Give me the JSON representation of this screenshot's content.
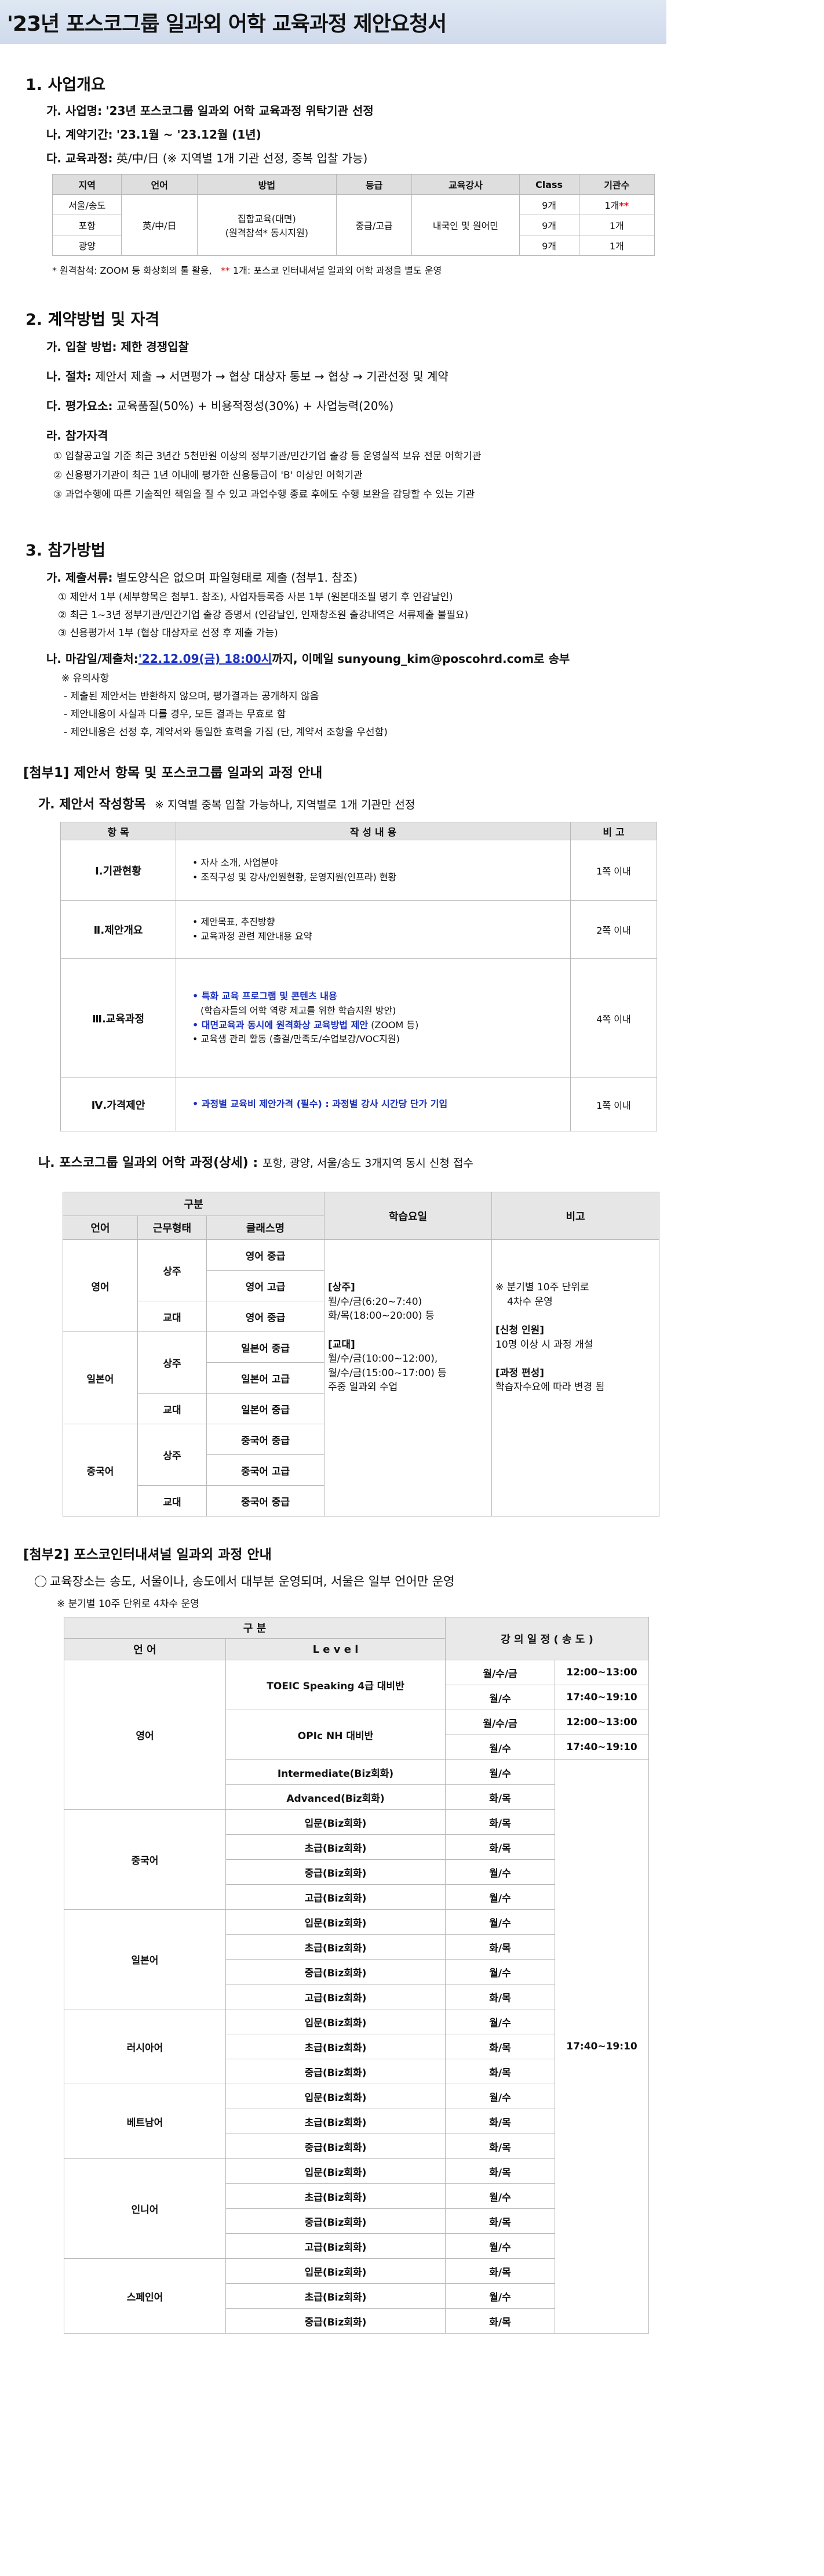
{
  "title": "'23년 포스코그룹 일과외 어학 교육과정 제안요청서",
  "s1": {
    "heading": "1. 사업개요",
    "a_label": "가. 사업명:",
    "a_text": "'23년 포스코그룹 일과외 어학 교육과정 위탁기관 선정",
    "b_label": "나. 계약기간:",
    "b_text": "'23.1월 ~ '23.12월 (1년)",
    "c_label": "다. 교육과정:",
    "c_text": "英/中/日 (※ 지역별 1개 기관 선정, 중복 입찰 가능)",
    "table": {
      "headers": [
        "지역",
        "언어",
        "방법",
        "등급",
        "교육강사",
        "Class",
        "기관수"
      ],
      "regions": [
        "서울/송도",
        "포항",
        "광양"
      ],
      "lang": "英/中/日",
      "method": "집합교육(대면)",
      "method2": "(원격참석* 동시지원)",
      "grade": "중급/고급",
      "teacher": "내국인 및 원어민",
      "classes": [
        "9개",
        "9개",
        "9개"
      ],
      "orgs": [
        "1개",
        "1개",
        "1개"
      ],
      "star": "**"
    },
    "note1": "* 원격참석: ZOOM 등 화상회의 툴 활용,",
    "note_star": "**",
    "note2": "1개: 포스코 인터내셔널 일과외 어학 과정을 별도 운영"
  },
  "s2": {
    "heading": "2. 계약방법 및 자격",
    "a": "가. 입찰 방법: 제한 경쟁입찰",
    "b_label": "나. 절차:",
    "b_text": "제안서 제출 → 서면평가 → 협상 대상자 통보 → 협상 → 기관선정 및 계약",
    "c_label": "다. 평가요소:",
    "c_text": "교육품질(50%) + 비용적정성(30%) + 사업능력(20%)",
    "d": "라. 참가자격",
    "d_items": [
      "① 입찰공고일 기준 최근 3년간 5천만원 이상의 정부기관/민간기업 출강 등 운영실적 보유 전문 어학기관",
      "② 신용평가기관이 최근 1년 이내에 평가한 신용등급이 'B' 이상인 어학기관",
      "③ 과업수행에 따른 기술적인 책임을 질 수 있고 과업수행 종료 후에도 수행 보완을 감당할 수 있는 기관"
    ]
  },
  "s3": {
    "heading": "3. 참가방법",
    "a_label": "가. 제출서류:",
    "a_text": "별도양식은 없으며 파일형태로 제출 (첨부1. 참조)",
    "a_items": [
      "① 제안서 1부 (세부항목은 첨부1. 참조), 사업자등록증 사본 1부 (원본대조필 명기 후 인감날인)",
      "② 최근 1~3년 정부기관/민간기업 출강 증명서 (인감날인, 인재창조원 출강내역은 서류제출 불필요)",
      "③ 신용평가서 1부 (협상 대상자로 선정 후 제출 가능)"
    ],
    "b_label": "나. 마감일/제출처:",
    "b_date": "'22.12.09(금) 18:00시",
    "b_mid": "까지, 이메일",
    "b_email": "sunyoung_kim@poscohrd.com",
    "b_end": "로 송부",
    "notes_title": "※ 유의사항",
    "notes": [
      "- 제출된 제안서는 반환하지 않으며, 평가결과는 공개하지 않음",
      "- 제안내용이 사실과 다를 경우, 모든 결과는 무효로 함",
      "- 제안내용은 선정 후, 계약서와 동일한 효력을 가짐 (단, 계약서 조항을 우선함)"
    ]
  },
  "att1": {
    "heading": "[첨부1] 제안서 항목 및 포스코그룹 일과외 과정 안내",
    "sub": "가. 제안서 작성항목",
    "sub_note": "※ 지역별 중복 입찰 가능하나, 지역별로 1개 기관만 선정",
    "headers": [
      "항 목",
      "작 성 내 용",
      "비 고"
    ],
    "rows": [
      {
        "sec": "Ⅰ.기관현황",
        "lines": [
          "• 자사 소개, 사업분야",
          "• 조직구성 및 강사/인원현황, 운영지원(인프라) 현황"
        ],
        "note": "1쪽 이내"
      },
      {
        "sec": "Ⅱ.제안개요",
        "lines": [
          "• 제안목표, 추진방향",
          "• 교육과정 관련 제안내용 요약"
        ],
        "note": "2쪽 이내"
      },
      {
        "sec": "Ⅲ.교육과정",
        "l1": "• 특화 교육 프로그램 및 콘텐츠 내용",
        "l2": "(학습자들의 어학 역량 제고를 위한 학습지원 방안)",
        "l3a": "• 대면교육과 동시에 원격화상 교육방법 제안",
        "l3b": " (ZOOM 등)",
        "l4": "• 교육생 관리 활동 (출결/만족도/수업보강/VOC지원)",
        "note": "4쪽 이내"
      },
      {
        "sec": "Ⅳ.가격제안",
        "l1": "• 과정별 교육비 제안가격 (필수) : 과정별 강사 시간당 단가 기입",
        "note": "1쪽 이내"
      }
    ],
    "sub2": "나. 포스코그룹 일과외 어학 과정(상세) :",
    "sub2_note": "포항, 광양, 서울/송도 3개지역 동시 신청 접수",
    "t3": {
      "h_group": "구분",
      "h_schedule": "학습요일",
      "h_note": "비고",
      "h_lang": "언어",
      "h_type": "근무형태",
      "h_class": "클래스명",
      "langs": [
        "영어",
        "일본어",
        "중국어"
      ],
      "sangju": "상주",
      "gyodae": "교대",
      "classes": [
        "영어 중급",
        "영어 고급",
        "영어 중급",
        "일본어 중급",
        "일본어 고급",
        "일본어 중급",
        "중국어 중급",
        "중국어 고급",
        "중국어 중급"
      ],
      "sched_1": "[상주]",
      "sched_2": "월/수/금(6:20~7:40)",
      "sched_3": "화/목(18:00~20:00) 등",
      "sched_4": "[교대]",
      "sched_5": "월/수/금(10:00~12:00),",
      "sched_6": "월/수/금(15:00~17:00) 등",
      "sched_7": "주중 일과외 수업",
      "note_1": "※ 분기별 10주 단위로",
      "note_2": "4차수 운영",
      "note_3": "[신청 인원]",
      "note_4": "10명 이상 시 과정 개설",
      "note_5": "[과정 편성]",
      "note_6": "학습자수요에 따라 변경 됨"
    }
  },
  "att2": {
    "heading": "[첨부2] 포스코인터내셔널 일과외 과정 안내",
    "line1": "교육장소는 송도, 서울이나, 송도에서 대부분 운영되며, 서울은 일부 언어만 운영",
    "line2": "※ 분기별 10주 단위로  4차수 운영",
    "h_group": "구 분",
    "h_schedule": "강 의 일 정 ( 송 도 )",
    "h_lang": "언 어",
    "h_level": "L e v e l",
    "time_common": "17:40~19:10",
    "english": {
      "name": "영어",
      "toeic": "TOEIC Speaking 4급 대비반",
      "opic": "OPIc NH 대비반",
      "d1": "월/수/금",
      "d2": "월/수",
      "t1": "12:00~13:00",
      "t2": "17:40~19:10",
      "inter": "Intermediate(Biz회화)",
      "inter_d": "월/수",
      "adv": "Advanced(Biz회화)",
      "adv_d": "화/목"
    },
    "langs": [
      {
        "name": "중국어",
        "rows": [
          [
            "입문(Biz회화)",
            "화/목"
          ],
          [
            "초급(Biz회화)",
            "화/목"
          ],
          [
            "중급(Biz회화)",
            "월/수"
          ],
          [
            "고급(Biz회화)",
            "월/수"
          ]
        ]
      },
      {
        "name": "일본어",
        "rows": [
          [
            "입문(Biz회화)",
            "월/수"
          ],
          [
            "초급(Biz회화)",
            "화/목"
          ],
          [
            "중급(Biz회화)",
            "월/수"
          ],
          [
            "고급(Biz회화)",
            "화/목"
          ]
        ]
      },
      {
        "name": "러시아어",
        "rows": [
          [
            "입문(Biz회화)",
            "월/수"
          ],
          [
            "초급(Biz회화)",
            "화/목"
          ],
          [
            "중급(Biz회화)",
            "화/목"
          ]
        ]
      },
      {
        "name": "베트남어",
        "rows": [
          [
            "입문(Biz회화)",
            "월/수"
          ],
          [
            "초급(Biz회화)",
            "화/목"
          ],
          [
            "중급(Biz회화)",
            "화/목"
          ]
        ]
      },
      {
        "name": "인니어",
        "rows": [
          [
            "입문(Biz회화)",
            "화/목"
          ],
          [
            "초급(Biz회화)",
            "월/수"
          ],
          [
            "중급(Biz회화)",
            "화/목"
          ],
          [
            "고급(Biz회화)",
            "월/수"
          ]
        ]
      },
      {
        "name": "스페인어",
        "rows": [
          [
            "입문(Biz회화)",
            "화/목"
          ],
          [
            "초급(Biz회화)",
            "월/수"
          ],
          [
            "중급(Biz회화)",
            "화/목"
          ]
        ]
      }
    ]
  }
}
